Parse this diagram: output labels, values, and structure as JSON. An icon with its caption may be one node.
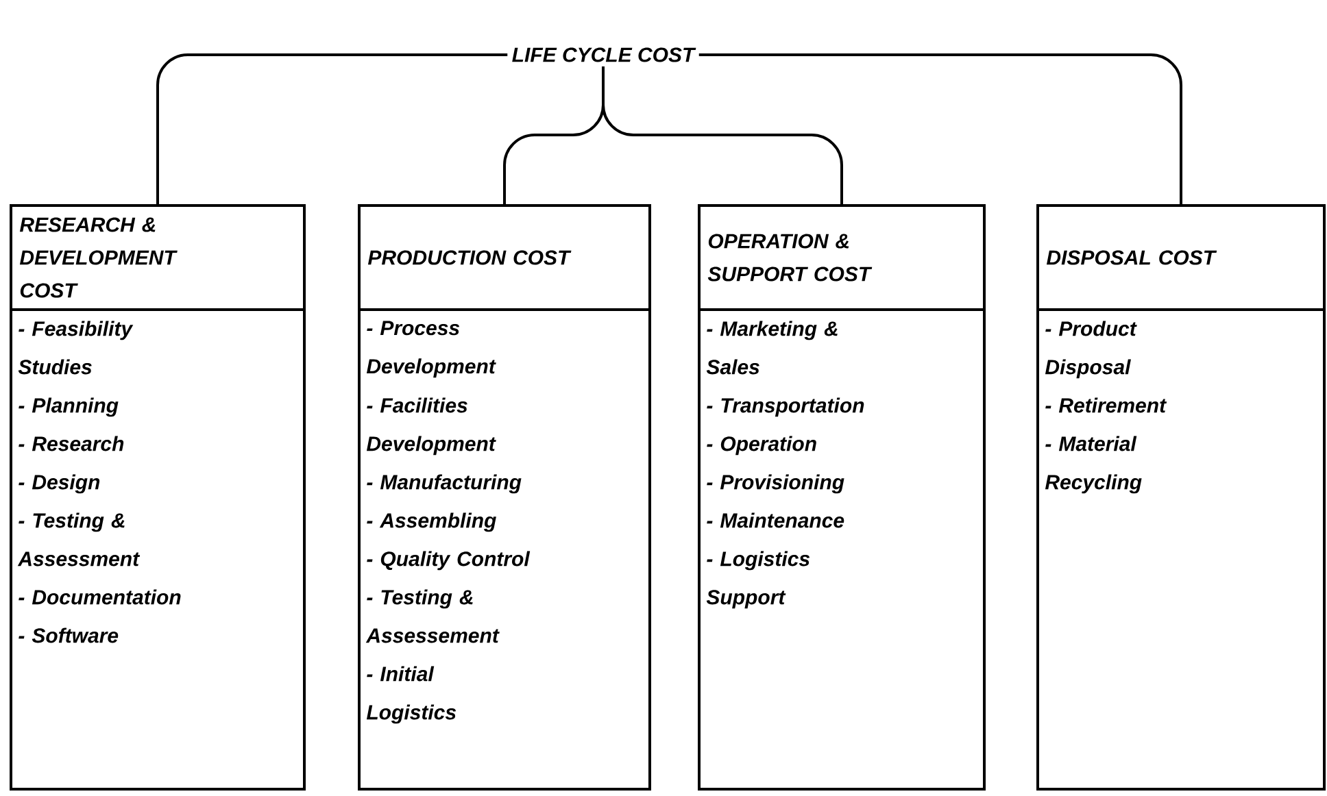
{
  "diagram": {
    "nodes": [
      {
        "text": [
          "LIFE CYCLE COST"
        ]
      },
      {
        "text": [
          "RESEARCH & DEVELOPMENT COST",
          "- Feasibility Studies",
          "- Planning",
          "- Research",
          "- Design",
          "- Testing & Assessment",
          "- Documentation",
          "- Software"
        ]
      },
      {
        "text": [
          "PRODUCTION COST",
          "- Process Development",
          "- Facilities Development",
          "- Manufacturing",
          "- Assembling",
          "- Quality Control",
          "- Testing & Assessement",
          "- Initial Logistics"
        ]
      },
      {
        "text": [
          "OPERATION & SUPPORT COST",
          "- Marketing & Sales",
          "- Transportation",
          "- Operation",
          "- Provisioning",
          "- Maintenance",
          "- Logistics Support"
        ]
      },
      {
        "text": [
          "DISPOSAL COST",
          "- Product Disposal",
          "- Retirement",
          "- Material Recycling"
        ]
      }
    ],
    "edges": [
      {
        "from": 0,
        "to": 1,
        "arrow": "none"
      },
      {
        "from": 0,
        "to": 2,
        "arrow": "none"
      },
      {
        "from": 0,
        "to": 3,
        "arrow": "none"
      },
      {
        "from": 0,
        "to": 4,
        "arrow": "none"
      }
    ]
  }
}
